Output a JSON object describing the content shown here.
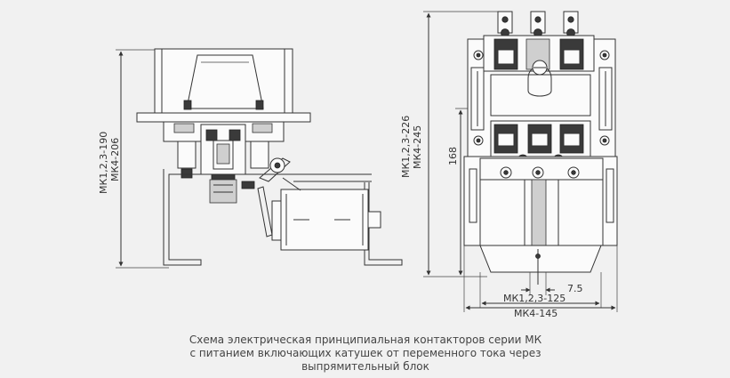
{
  "dimensions": {
    "left_height_a": "МК1,2,3-190",
    "left_height_b": "МК4-206",
    "right_height_a": "МК1,2,3-226",
    "right_height_b": "МК4-245",
    "inner_height": "168",
    "small_width": "7.5",
    "width_a": "МК1,2,3-125",
    "width_b": "МК4-145"
  },
  "caption": {
    "line1": "Схема электрическая принципиальная контакторов серии МК",
    "line2": "с питанием включающих катушек от переменного тока через",
    "line3": "выпрямительный блок"
  }
}
